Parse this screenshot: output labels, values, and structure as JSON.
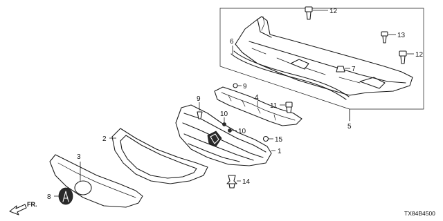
{
  "callouts": [
    {
      "id": "c1",
      "label": "1"
    },
    {
      "id": "c2",
      "label": "2"
    },
    {
      "id": "c3",
      "label": "3"
    },
    {
      "id": "c4",
      "label": "4"
    },
    {
      "id": "c5",
      "label": "5"
    },
    {
      "id": "c6",
      "label": "6"
    },
    {
      "id": "c7",
      "label": "7"
    },
    {
      "id": "c8",
      "label": "8"
    },
    {
      "id": "c9a",
      "label": "9"
    },
    {
      "id": "c9b",
      "label": "9"
    },
    {
      "id": "c10a",
      "label": "10"
    },
    {
      "id": "c10b",
      "label": "10"
    },
    {
      "id": "c11",
      "label": "11"
    },
    {
      "id": "c12a",
      "label": "12"
    },
    {
      "id": "c12b",
      "label": "12"
    },
    {
      "id": "c13",
      "label": "13"
    },
    {
      "id": "c14",
      "label": "14"
    },
    {
      "id": "c15",
      "label": "15"
    }
  ],
  "direction_label": "FR.",
  "diagram_code": "TX84B4500"
}
